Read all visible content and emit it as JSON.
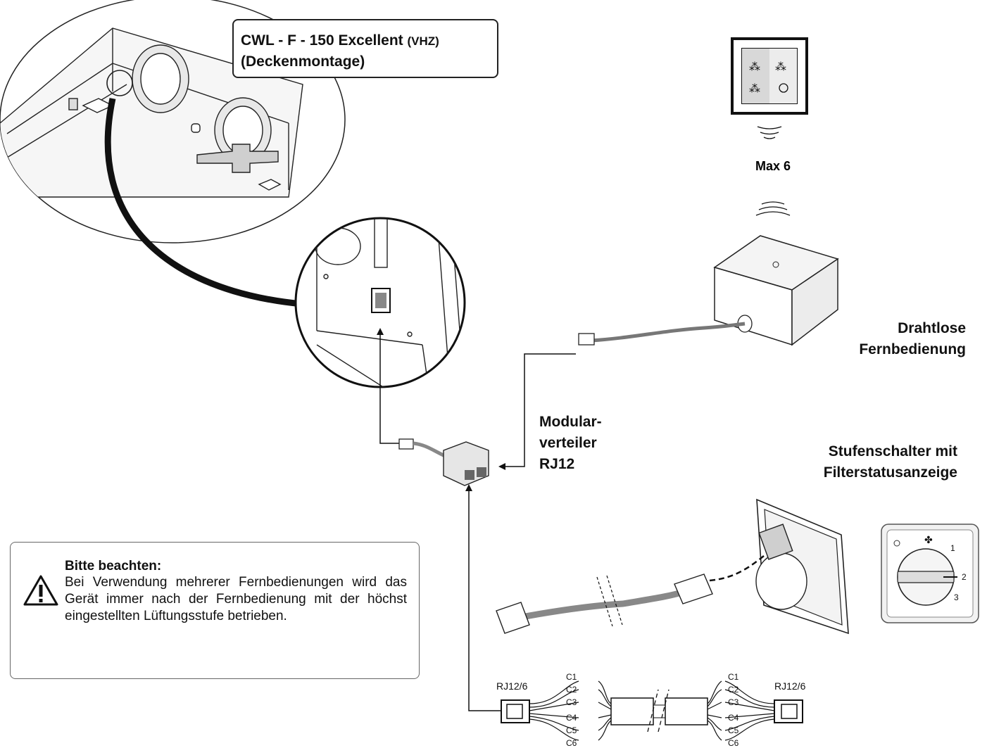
{
  "title": {
    "line1": "CWL - F - 150 Excellent",
    "line1_suffix": "(VHZ)",
    "line2": "(Deckenmontage)"
  },
  "labels": {
    "max": "Max 6",
    "wireless_line1": "Drahtlose",
    "wireless_line2": "Fernbedienung",
    "modular_line1": "Modular-",
    "modular_line2": "verteiler",
    "modular_line3": "RJ12",
    "switch_line1": "Stufenschalter mit",
    "switch_line2": "Filterstatusanzeige"
  },
  "note": {
    "title": "Bitte beachten:",
    "text": "Bei Verwendung mehrerer Fernbedienungen wird das Gerät immer nach der Fernbedienung mit der höchst eingestellten Lüftungsstufe betrieben."
  },
  "cable": {
    "left_connector": "RJ12/6",
    "right_connector": "RJ12/6",
    "pins": [
      "C1",
      "C2",
      "C3",
      "C4",
      "C5",
      "C6"
    ]
  },
  "dial": {
    "positions": [
      "1",
      "2",
      "3"
    ]
  },
  "colors": {
    "line": "#111111",
    "cable": "#8a8a8a",
    "housing": "#f2f2f2",
    "device": "#e6e6e6"
  }
}
